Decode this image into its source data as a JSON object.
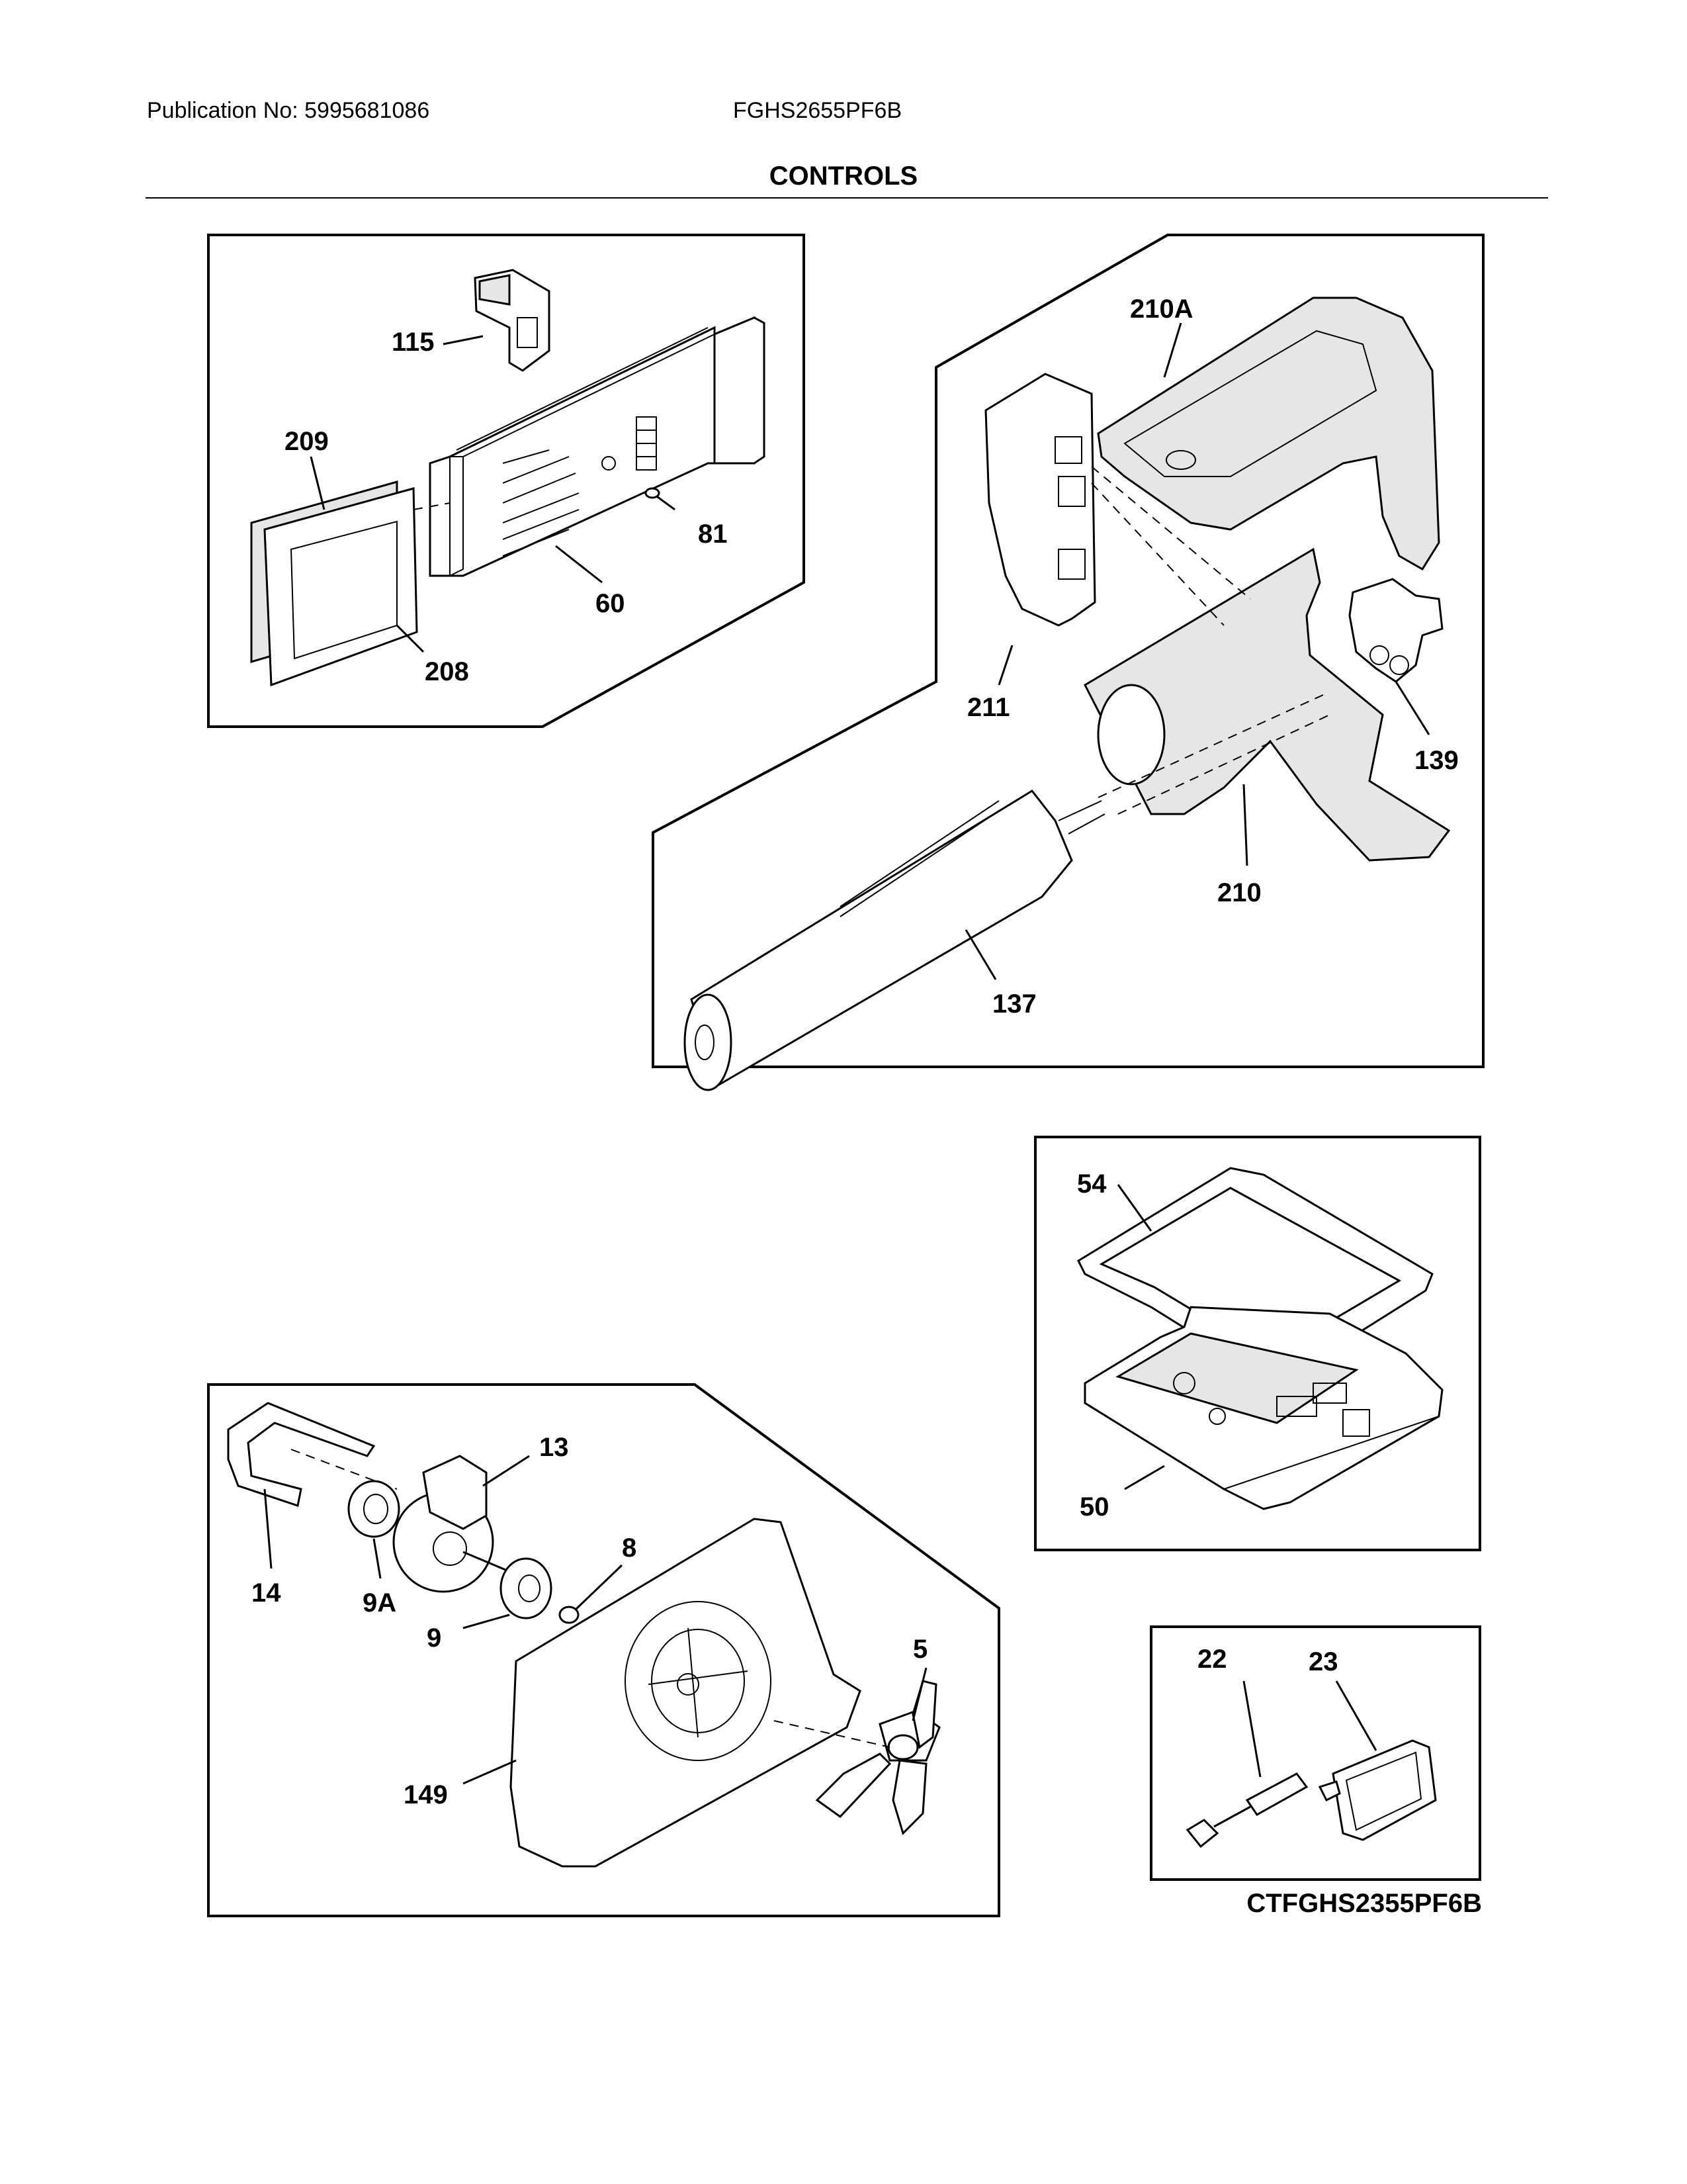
{
  "header": {
    "publication": "Publication No: 5995681086",
    "model": "FGHS2655PF6B"
  },
  "title": "CONTROLS",
  "footer_code": "CTFGHS2355PF6B",
  "callouts": {
    "c115": "115",
    "c209": "209",
    "c81": "81",
    "c60": "60",
    "c208": "208",
    "c210A": "210A",
    "c211": "211",
    "c139": "139",
    "c210": "210",
    "c137": "137",
    "c54": "54",
    "c50": "50",
    "c13": "13",
    "c14": "14",
    "c9A": "9A",
    "c8": "8",
    "c9": "9",
    "c5": "5",
    "c149": "149",
    "c22": "22",
    "c23": "23"
  }
}
